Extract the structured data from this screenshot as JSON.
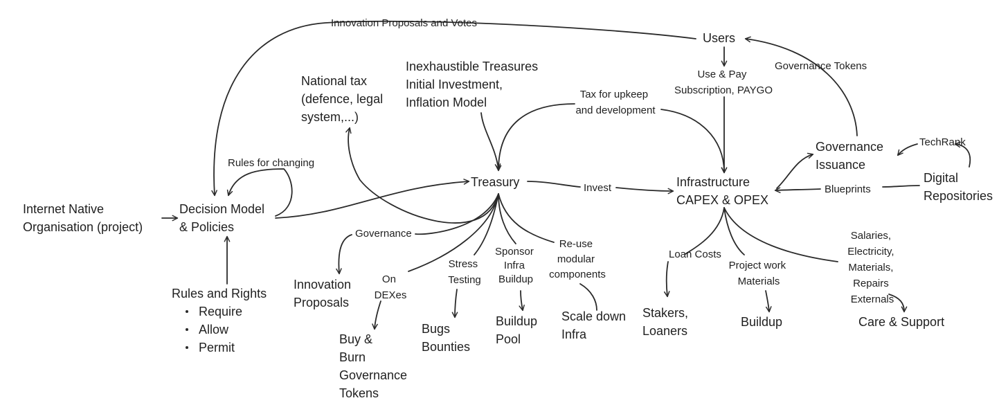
{
  "diagram": {
    "nodes": {
      "internet_native_org": [
        "Internet Native",
        "Organisation (project)"
      ],
      "decision_model": [
        "Decision Model",
        "& Policies"
      ],
      "rules_and_rights": {
        "title": "Rules and Rights",
        "items": [
          "Require",
          "Allow",
          "Permit"
        ]
      },
      "national_tax": [
        "National tax",
        "(defence, legal",
        "system,...)"
      ],
      "inexhaustible_treasures": [
        "Inexhaustible Treasures",
        "Initial Investment,",
        "Inflation Model"
      ],
      "treasury": [
        "Treasury"
      ],
      "users": [
        "Users"
      ],
      "infrastructure": [
        "Infrastructure",
        "CAPEX & OPEX"
      ],
      "governance_issuance": [
        "Governance",
        "Issuance"
      ],
      "digital_repositories": [
        "Digital",
        "Repositories"
      ],
      "innovation_proposals": [
        "Innovation",
        "Proposals"
      ],
      "buy_and_burn": [
        "Buy &",
        "Burn",
        "Governance",
        "Tokens"
      ],
      "bugs_bounties": [
        "Bugs",
        "Bounties"
      ],
      "buildup_pool": [
        "Buildup",
        "Pool"
      ],
      "scale_down_infra": [
        "Scale down",
        "Infra"
      ],
      "stakers_loaners": [
        "Stakers,",
        "Loaners"
      ],
      "buildup": [
        "Buildup"
      ],
      "care_support": [
        "Care & Support"
      ]
    },
    "edge_labels": {
      "innovation_proposals_votes": [
        "Innovation Proposals and Votes"
      ],
      "use_and_pay": [
        "Use & Pay",
        "Subscription, PAYGO"
      ],
      "governance_tokens": [
        "Governance Tokens"
      ],
      "tax_upkeep": [
        "Tax for upkeep",
        "and development"
      ],
      "rules_for_changing": [
        "Rules for changing"
      ],
      "invest": [
        "Invest"
      ],
      "blueprints": [
        "Blueprints"
      ],
      "techrank": [
        "TechRank"
      ],
      "governance": [
        "Governance"
      ],
      "on_dexes": [
        "On",
        "DEXes"
      ],
      "stress_testing": [
        "Stress",
        "Testing"
      ],
      "sponsor_infra": [
        "Sponsor",
        "Infra",
        "Buildup"
      ],
      "reuse_components": [
        "Re-use",
        "modular",
        "components"
      ],
      "loan_costs": [
        "Loan Costs"
      ],
      "project_work": [
        "Project work",
        "Materials"
      ],
      "salaries": [
        "Salaries,",
        "Electricity,",
        "Materials,",
        "Repairs",
        "Externals"
      ]
    }
  }
}
